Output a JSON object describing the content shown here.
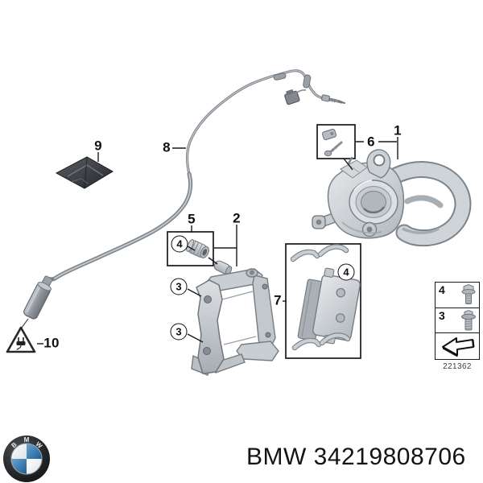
{
  "diagram": {
    "callouts": {
      "c1": {
        "label": "1"
      },
      "c2": {
        "label": "2"
      },
      "c3a": {
        "label": "3"
      },
      "c3b": {
        "label": "3"
      },
      "c4a": {
        "label": "4"
      },
      "c4b": {
        "label": "4"
      },
      "c5": {
        "label": "5"
      },
      "c6": {
        "label": "6"
      },
      "c7": {
        "label": "7"
      },
      "c8": {
        "label": "8"
      },
      "c9": {
        "label": "9"
      },
      "c10": {
        "label": "10"
      }
    },
    "legend": {
      "rows": [
        {
          "label": "4",
          "icon": "flange-bolt-icon"
        },
        {
          "label": "3",
          "icon": "flange-bolt-icon"
        }
      ],
      "arrow_icon": "direction-arrow-icon",
      "code": "221362"
    },
    "icons": {
      "warning_triangle": "electrical-plug-warning-icon",
      "logo": "bmw-roundel-logo"
    }
  },
  "footer": {
    "brand": "BMW",
    "part_number": "34219808706",
    "logo_letters": {
      "b": "B",
      "m": "M",
      "w": "W"
    }
  }
}
